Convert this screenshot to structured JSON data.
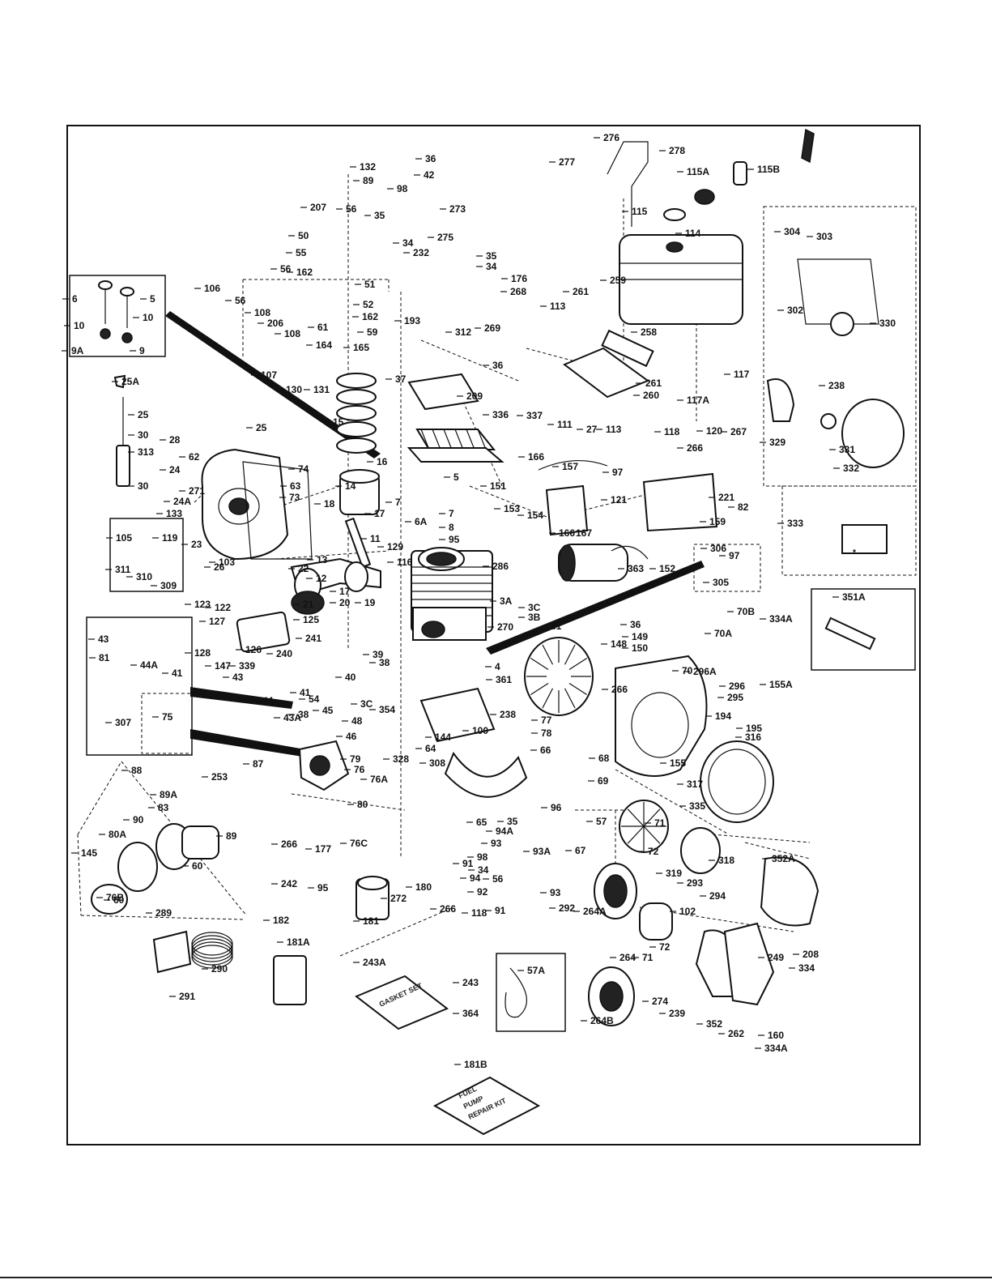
{
  "diagram": {
    "part_labels": [
      "132",
      "36",
      "42",
      "89",
      "98",
      "273",
      "207",
      "56",
      "35",
      "34",
      "275",
      "232",
      "50",
      "55",
      "56",
      "162",
      "51",
      "52",
      "162",
      "106",
      "56",
      "108",
      "206",
      "108",
      "107",
      "61",
      "164",
      "165",
      "59",
      "130",
      "131",
      "35",
      "34",
      "176",
      "268",
      "269",
      "193",
      "312",
      "36",
      "37",
      "209",
      "276",
      "277",
      "278",
      "115A",
      "115B",
      "115",
      "114",
      "261",
      "259",
      "113",
      "258",
      "117",
      "117A",
      "261",
      "260",
      "111",
      "27",
      "113",
      "118",
      "266",
      "120",
      "267",
      "336",
      "337",
      "166",
      "157",
      "97",
      "151",
      "153",
      "154",
      "121",
      "221",
      "82",
      "166",
      "167",
      "159",
      "6",
      "5",
      "10",
      "10",
      "9A",
      "9",
      "25A",
      "25",
      "30",
      "313",
      "30",
      "25",
      "28",
      "62",
      "24",
      "271",
      "24A",
      "74",
      "63",
      "73",
      "133",
      "15",
      "16",
      "5",
      "7",
      "7",
      "6A",
      "8",
      "95",
      "14",
      "18",
      "17",
      "105",
      "119",
      "311",
      "310",
      "309",
      "23",
      "26",
      "11",
      "129",
      "116",
      "22",
      "13",
      "12",
      "21",
      "17",
      "20",
      "19",
      "103",
      "123",
      "122",
      "127",
      "128",
      "126",
      "240",
      "241",
      "125",
      "39",
      "38",
      "40",
      "286",
      "3C",
      "3B",
      "3A",
      "31",
      "270",
      "4",
      "361",
      "363",
      "152",
      "306",
      "305",
      "97",
      "304",
      "303",
      "302",
      "330",
      "329",
      "238",
      "331",
      "332",
      "333",
      "351A",
      "334A",
      "70B",
      "70A",
      "155A",
      "296A",
      "296",
      "295",
      "194",
      "195",
      "36",
      "149",
      "150",
      "148",
      "70",
      "238",
      "266",
      "77",
      "78",
      "66",
      "68",
      "69",
      "155",
      "316",
      "317",
      "335",
      "43",
      "81",
      "44A",
      "41",
      "147",
      "339",
      "43",
      "44",
      "41",
      "43A",
      "54",
      "38",
      "3C",
      "48",
      "46",
      "45",
      "354",
      "144",
      "100",
      "64",
      "308",
      "307",
      "75",
      "79",
      "76",
      "76A",
      "80",
      "328",
      "88",
      "89A",
      "83",
      "87",
      "253",
      "89",
      "90",
      "80A",
      "145",
      "60",
      "76B",
      "266",
      "177",
      "76C",
      "242",
      "95",
      "98",
      "34",
      "35",
      "94A",
      "93",
      "93A",
      "67",
      "57",
      "96",
      "91",
      "94",
      "56",
      "92",
      "91",
      "93",
      "292",
      "71",
      "72",
      "319",
      "318",
      "293",
      "294",
      "352A",
      "65",
      "60",
      "272",
      "180",
      "266",
      "118",
      "243",
      "181",
      "243A",
      "182",
      "289",
      "290",
      "291",
      "181A",
      "364",
      "181B",
      "57A",
      "264A",
      "264",
      "264B",
      "71",
      "72",
      "102",
      "274",
      "239",
      "352",
      "262",
      "160",
      "249",
      "208",
      "334",
      "334A"
    ],
    "kit_titles": {
      "gasket_kit": "GASKET SET",
      "fuel_pump_kit": [
        "FUEL",
        "PUMP",
        "REPAIR KIT"
      ]
    }
  }
}
